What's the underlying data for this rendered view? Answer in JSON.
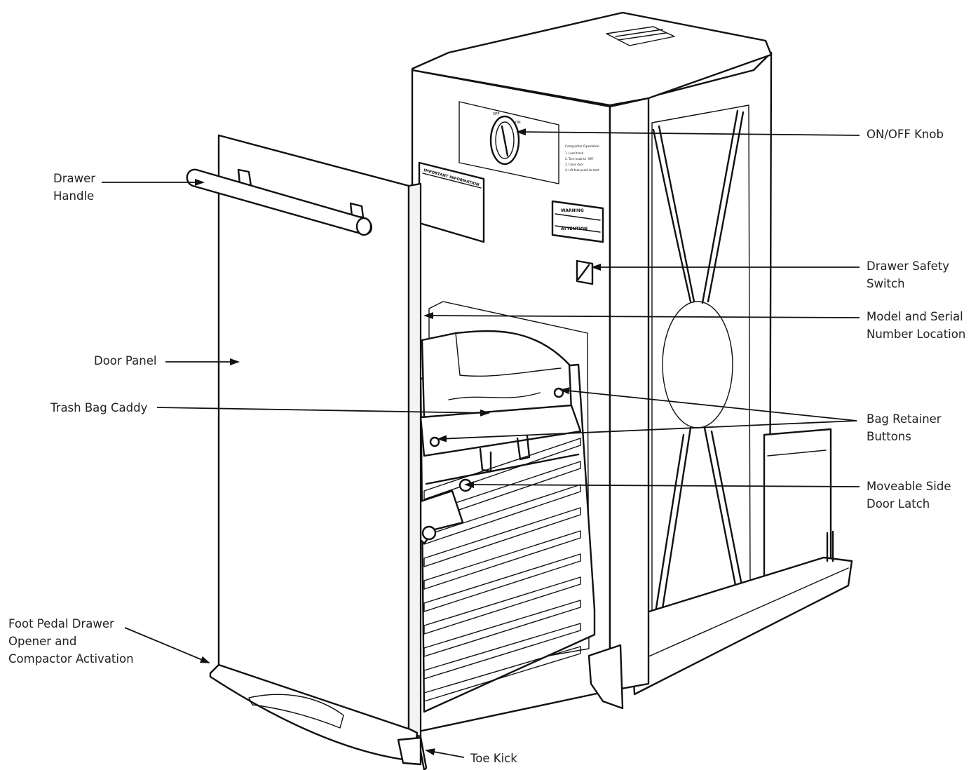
{
  "colors": {
    "ink": "#111111",
    "background": "#ffffff"
  },
  "labels": {
    "drawer_handle": [
      "Drawer",
      "Handle"
    ],
    "door_panel": [
      "Door Panel"
    ],
    "trash_bag_caddy": [
      "Trash Bag Caddy"
    ],
    "foot_pedal": [
      "Foot Pedal Drawer",
      "Opener and",
      "Compactor Activation"
    ],
    "toe_kick": [
      "Toe Kick"
    ],
    "on_off_knob": [
      "ON/OFF Knob"
    ],
    "drawer_safety_switch": [
      "Drawer Safety",
      "Switch"
    ],
    "model_serial": [
      "Model and Serial",
      "Number Location"
    ],
    "bag_retainer": [
      "Bag Retainer",
      "Buttons"
    ],
    "side_door_latch": [
      "Moveable Side",
      "Door Latch"
    ]
  },
  "decals": {
    "important_info_title": "IMPORTANT INFORMATION",
    "operation_title": "Compactor Operation",
    "operation_steps": [
      "1. Load trash",
      "2. Turn knob to \"ON\"",
      "3. Close door",
      "4. Lift foot pedal to start"
    ],
    "warning_title": "WARNING",
    "attention_title": "ATTENTION",
    "knob_off": "OFF",
    "knob_on": "ON"
  }
}
